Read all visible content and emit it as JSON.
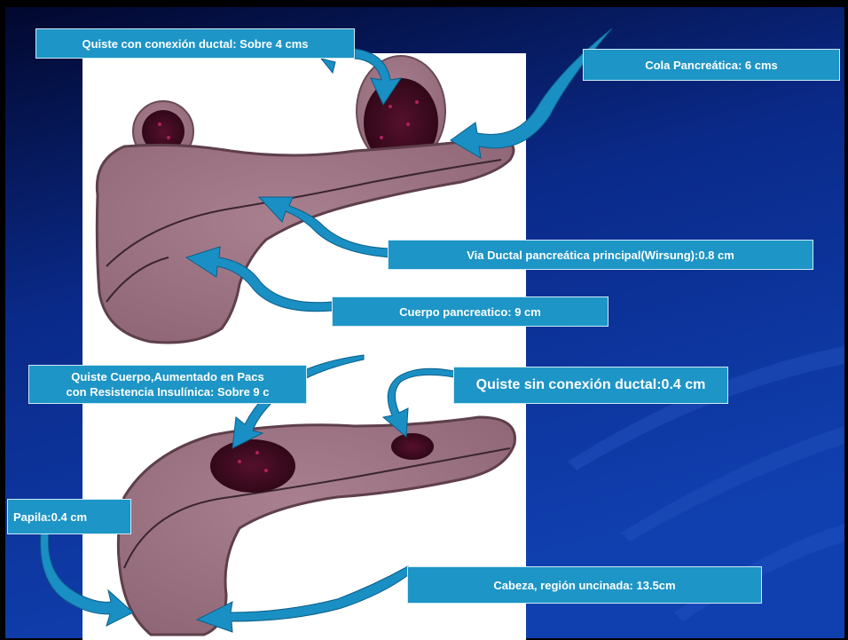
{
  "labels": {
    "quiste_conexion": "Quiste con conexión  ductal: Sobre 4 cms",
    "cola": "Cola Pancreática: 6 cms",
    "via_ductal": "Via Ductal pancreática principal(Wirsung):0.8 cm",
    "cuerpo": "Cuerpo pancreatico: 9 cm",
    "quiste_cuerpo_line1": "Quiste Cuerpo,Aumentado en Pacs",
    "quiste_cuerpo_line2": "con Resistencia Insulínica: Sobre 9 c",
    "quiste_sin_conexion": "Quiste sin conexión  ductal:0.4 cm",
    "papila": "Papila:0.4 cm",
    "cabeza": "Cabeza, región uncinada: 13.5cm"
  },
  "colors": {
    "background_dark": "#040b3a",
    "background_blue": "#0e3aa8",
    "label_fill": "#1d95c6",
    "arrow_fill": "#1a8fc4",
    "pancreas_fill": "#9c7383",
    "cyst_fill": "#3a0a1e"
  }
}
